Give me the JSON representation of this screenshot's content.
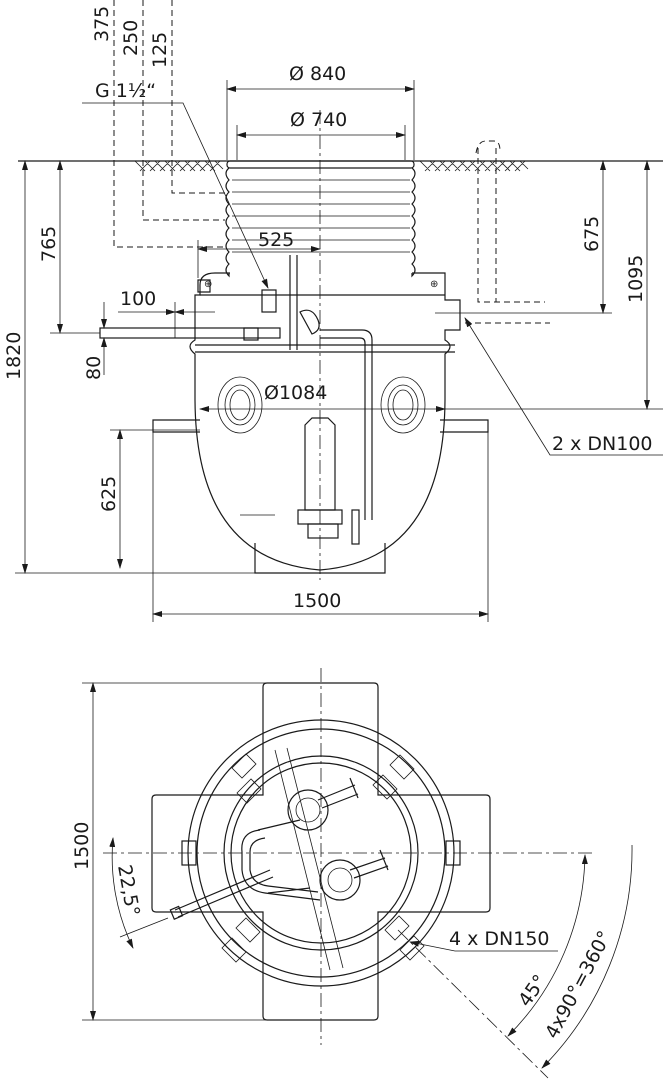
{
  "drawing": {
    "title": "Wastewater lifting station – side view and top view",
    "line_color": "#1a1a1a",
    "background": "#ffffff"
  },
  "side_view": {
    "top_dims": [
      "375",
      "250",
      "125"
    ],
    "thread_label": "G 1½“",
    "dia_outer": "Ø 840",
    "dia_inner": "Ø 740",
    "dim_525": "525",
    "dim_765": "765",
    "dim_1820": "1820",
    "dim_100": "100",
    "dim_80": "80",
    "dim_1084": "Ø1084",
    "dim_675": "675",
    "dim_1095": "1095",
    "inlet_label": "2 x DN100",
    "dim_625": "625",
    "dim_1500": "1500"
  },
  "top_view": {
    "dim_1500": "1500",
    "angle_22": "22,5°",
    "inlet_label": "4 x DN150",
    "angle_45": "45°",
    "angle_total": "4x90°=360°"
  }
}
